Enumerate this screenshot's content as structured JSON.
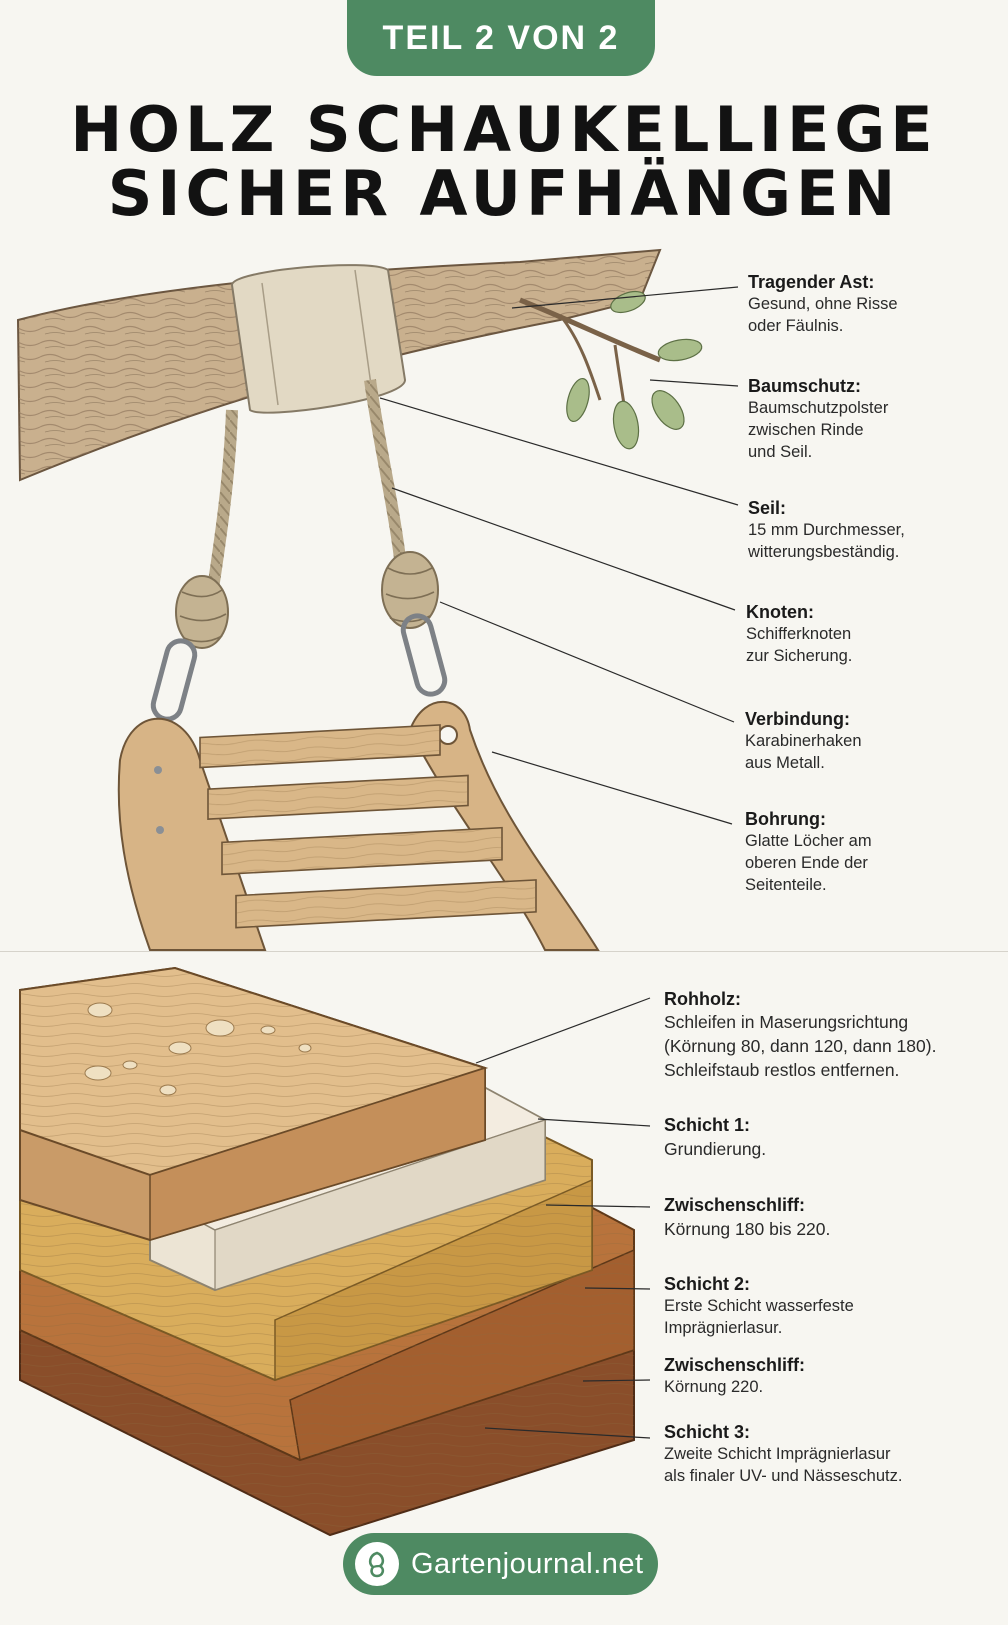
{
  "header": {
    "part_badge": "TEIL 2 VON 2",
    "title_line1": "HOLZ SCHAUKELLIEGE",
    "title_line2": "SICHER AUFHÄNGEN"
  },
  "swing_labels": [
    {
      "title": "Tragender Ast:",
      "desc": "Gesund, ohne Risse\noder Fäulnis."
    },
    {
      "title": "Baumschutz:",
      "desc": "Baumschutzpolster\nzwischen Rinde\nund Seil."
    },
    {
      "title": "Seil:",
      "desc": "15 mm Durchmesser,\nwitterungsbeständig."
    },
    {
      "title": "Knoten:",
      "desc": "Schifferknoten\nzur Sicherung."
    },
    {
      "title": "Verbindung:",
      "desc": "Karabinerhaken\naus Metall."
    },
    {
      "title": "Bohrung:",
      "desc": "Glatte Löcher am\noberen Ende der\nSeitenteile."
    }
  ],
  "layer_labels": [
    {
      "title": "Rohholz:",
      "desc": "Schleifen in Maserungsrichtung\n(Körnung 80, dann 120, dann 180).\nSchleifstaub restlos entfernen."
    },
    {
      "title": "Schicht 1:",
      "desc": "Grundierung."
    },
    {
      "title": "Zwischenschliff:",
      "desc": "Körnung 180 bis 220."
    },
    {
      "title": "Schicht 2:",
      "desc": "Erste Schicht wasserfeste\nImprägnierlasur."
    },
    {
      "title": "Zwischenschliff:",
      "desc": "Körnung 220."
    },
    {
      "title": "Schicht 3:",
      "desc": "Zweite Schicht Imprägnierlasur\nals finaler UV- und Nässeschutz."
    }
  ],
  "footer": {
    "brand": "Gartenjournal.net",
    "logo_icon": "leaf-logo-icon"
  },
  "colors": {
    "brand_green": "#4e8a62",
    "background": "#f7f6f1"
  }
}
